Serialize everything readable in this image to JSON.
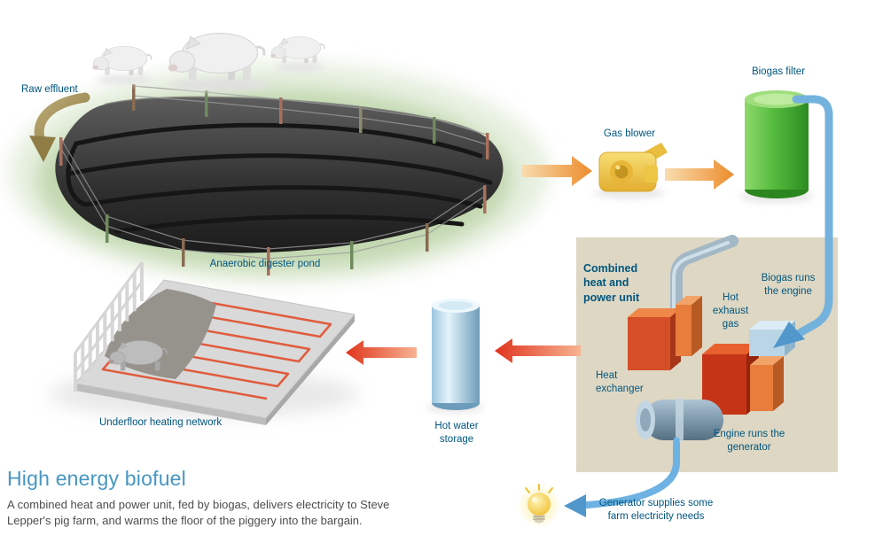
{
  "title": "High energy biofuel",
  "description": "A combined heat and power unit, fed by biogas, delivers electricity to Steve Lepper's pig farm, and warms the floor of the piggery into the bargain.",
  "labels": {
    "raw_effluent": "Raw effluent",
    "digester_pond": "Anaerobic digester pond",
    "gas_blower": "Gas blower",
    "biogas_filter": "Biogas filter",
    "chp_unit": "Combined heat and power unit",
    "biogas_runs_engine": "Biogas runs the engine",
    "hot_exhaust_gas": "Hot exhaust gas",
    "heat_exchanger": "Heat exchanger",
    "engine_runs_generator": "Engine runs the generator",
    "hot_water_storage": "Hot water storage",
    "underfloor_heating": "Underfloor heating network",
    "generator_supplies": "Generator supplies some farm electricity needs"
  },
  "colors": {
    "label_blue": "#00567f",
    "title_blue": "#4796c3",
    "body_text": "#4d4d4d",
    "arrow_orange": "#ec8c2c",
    "arrow_red": "#df341c",
    "pipe_blue": "#74b2de",
    "filter_green": "#55bb3e",
    "chp_background": "#ded7c3",
    "blower_yellow": "#eec84b",
    "bulb_yellow": "#f0b81a",
    "pond_dark": "#2f2f2f"
  },
  "scene_elements": [
    "pigs-illustration",
    "digester-pond-illustration",
    "pond-fence",
    "raw-effluent-arrow",
    "arrow-pond-to-blower",
    "gas-blower-illustration",
    "arrow-blower-to-filter",
    "biogas-filter-illustration",
    "biogas-pipe",
    "chp-unit-panel",
    "chp-machinery-illustration",
    "arrow-chp-to-storage",
    "hot-water-storage-illustration",
    "arrow-storage-to-floor",
    "underfloor-heating-illustration",
    "heating-pig-illustration",
    "electricity-arrow",
    "lightbulb-icon"
  ]
}
